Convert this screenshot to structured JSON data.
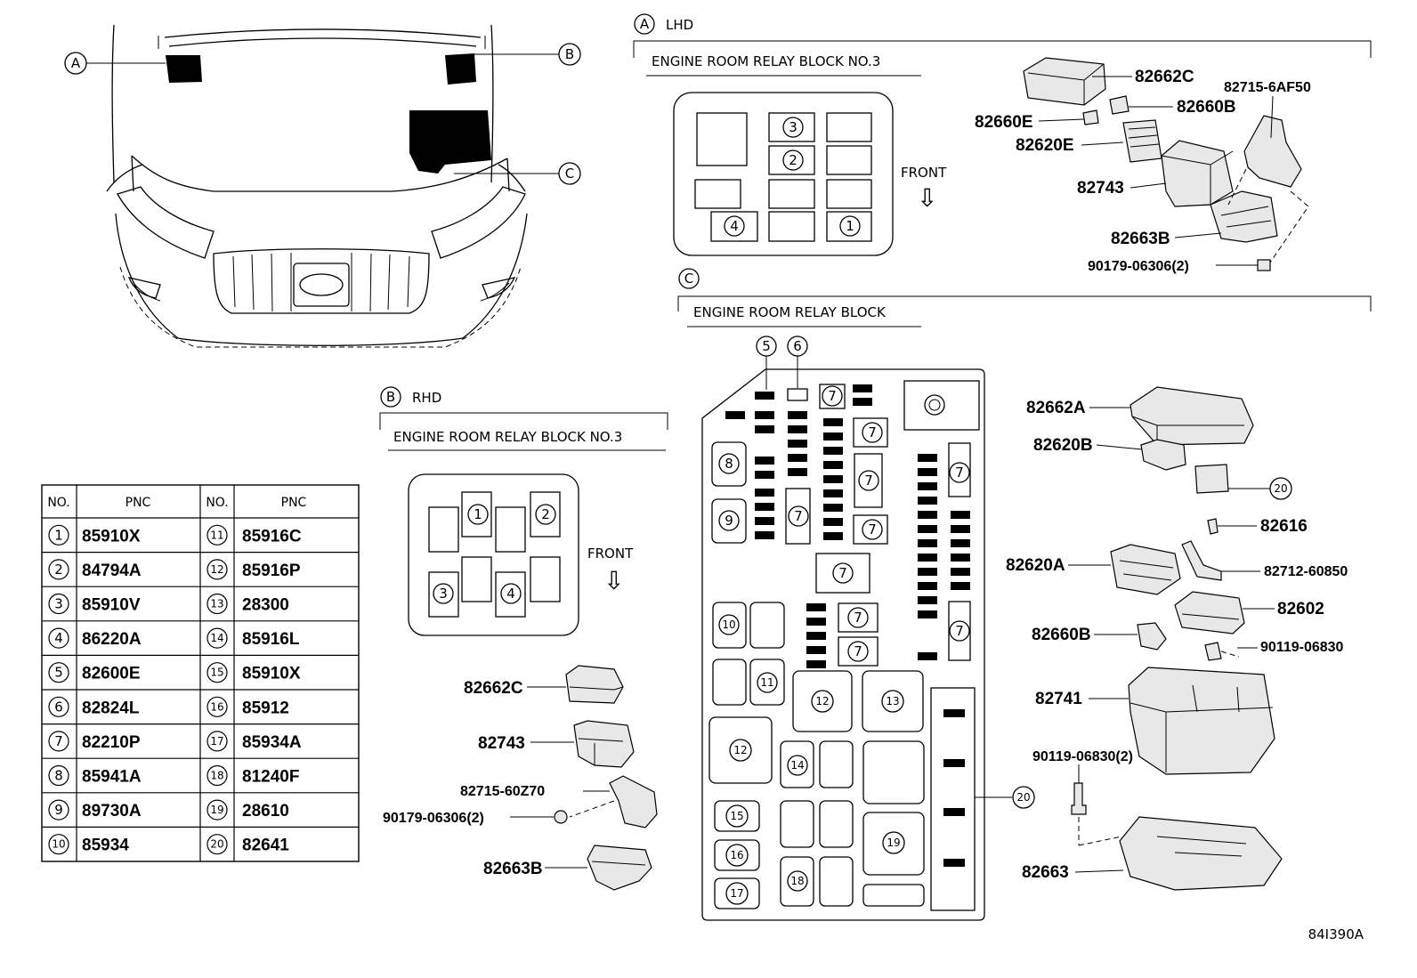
{
  "callouts": {
    "A": "A",
    "B": "B",
    "C": "C",
    "lhd": "LHD",
    "rhd": "RHD"
  },
  "blocks": {
    "lhd_title": "ENGINE ROOM RELAY BLOCK NO.3",
    "rhd_title": "ENGINE ROOM RELAY BLOCK NO.3",
    "c_title": "ENGINE ROOM RELAY BLOCK",
    "front": "FRONT",
    "front_arrow": "⇩"
  },
  "parts_lhd": [
    "82662C",
    "82715-6AF50",
    "82660E",
    "82660B",
    "82620E",
    "82743",
    "82663B",
    "90179-06306(2)"
  ],
  "parts_rhd": [
    "82662C",
    "82743",
    "82715-60Z70",
    "90179-06306(2)",
    "82663B"
  ],
  "parts_c": [
    "82662A",
    "82620B",
    "82616",
    "82620A",
    "82712-60850",
    "82602",
    "82660B",
    "90119-06830",
    "82741",
    "90119-06830(2)",
    "82663"
  ],
  "slot_numbers": [
    "1",
    "2",
    "3",
    "4",
    "5",
    "6",
    "7",
    "8",
    "9",
    "10",
    "11",
    "12",
    "13",
    "14",
    "15",
    "16",
    "17",
    "18",
    "19",
    "20"
  ],
  "table": {
    "headers": [
      "NO.",
      "PNC",
      "NO.",
      "PNC"
    ],
    "rows": [
      {
        "no1": "1",
        "pnc1": "85910X",
        "no2": "11",
        "pnc2": "85916C"
      },
      {
        "no1": "2",
        "pnc1": "84794A",
        "no2": "12",
        "pnc2": "85916P"
      },
      {
        "no1": "3",
        "pnc1": "85910V",
        "no2": "13",
        "pnc2": "28300"
      },
      {
        "no1": "4",
        "pnc1": "86220A",
        "no2": "14",
        "pnc2": "85916L"
      },
      {
        "no1": "5",
        "pnc1": "82600E",
        "no2": "15",
        "pnc2": "85910X"
      },
      {
        "no1": "6",
        "pnc1": "82824L",
        "no2": "16",
        "pnc2": "85912"
      },
      {
        "no1": "7",
        "pnc1": "82210P",
        "no2": "17",
        "pnc2": "85934A"
      },
      {
        "no1": "8",
        "pnc1": "85941A",
        "no2": "18",
        "pnc2": "81240F"
      },
      {
        "no1": "9",
        "pnc1": "89730A",
        "no2": "19",
        "pnc2": "28610"
      },
      {
        "no1": "10",
        "pnc1": "85934",
        "no2": "20",
        "pnc2": "82641"
      }
    ]
  },
  "diagram_code": "84I390A"
}
